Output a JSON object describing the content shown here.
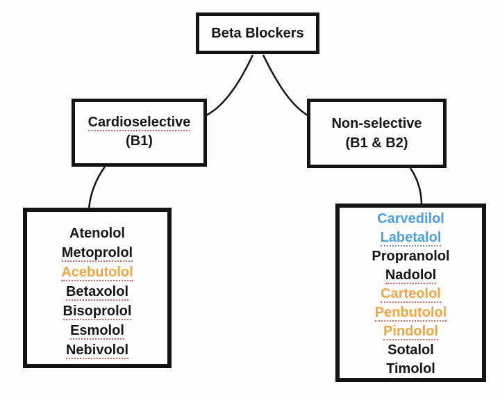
{
  "palette": {
    "black": "#161616",
    "orange": "#f5a53f",
    "blue": "#4c9fe5",
    "underline_red": "#e85b5b",
    "underline_blue": "#7b8fd8",
    "box_border": "#141414",
    "background": "#fdfdfd"
  },
  "root": {
    "label": "Beta Blockers"
  },
  "branches": [
    {
      "title": "Cardioselective",
      "subtitle": "(B1)",
      "title_spellcheck_underline": true
    },
    {
      "title": "Non-selective",
      "subtitle": "(B1 & B2)",
      "title_spellcheck_underline": false
    }
  ],
  "drug_lists": {
    "cardioselective": [
      {
        "name": "Atenolol",
        "color": "black",
        "underline": false
      },
      {
        "name": "Metoprolol",
        "color": "black",
        "underline": true
      },
      {
        "name": "Acebutolol",
        "color": "orange",
        "underline": true
      },
      {
        "name": "Betaxolol",
        "color": "black",
        "underline": true
      },
      {
        "name": "Bisoprolol",
        "color": "black",
        "underline": true
      },
      {
        "name": "Esmolol",
        "color": "black",
        "underline": true
      },
      {
        "name": "Nebivolol",
        "color": "black",
        "underline": true
      }
    ],
    "nonselective": [
      {
        "name": "Carvedilol",
        "color": "blue",
        "underline": false
      },
      {
        "name": "Labetalol",
        "color": "blue",
        "underline": true,
        "underline_color": "blue"
      },
      {
        "name": "Propranolol",
        "color": "black",
        "underline": false
      },
      {
        "name": "Nadolol",
        "color": "black",
        "underline": true
      },
      {
        "name": "Carteolol",
        "color": "orange",
        "underline": true
      },
      {
        "name": "Penbutolol",
        "color": "orange",
        "underline": true
      },
      {
        "name": "Pindolol",
        "color": "orange",
        "underline": true
      },
      {
        "name": "Sotalol",
        "color": "black",
        "underline": false
      },
      {
        "name": "Timolol",
        "color": "black",
        "underline": false
      }
    ]
  }
}
